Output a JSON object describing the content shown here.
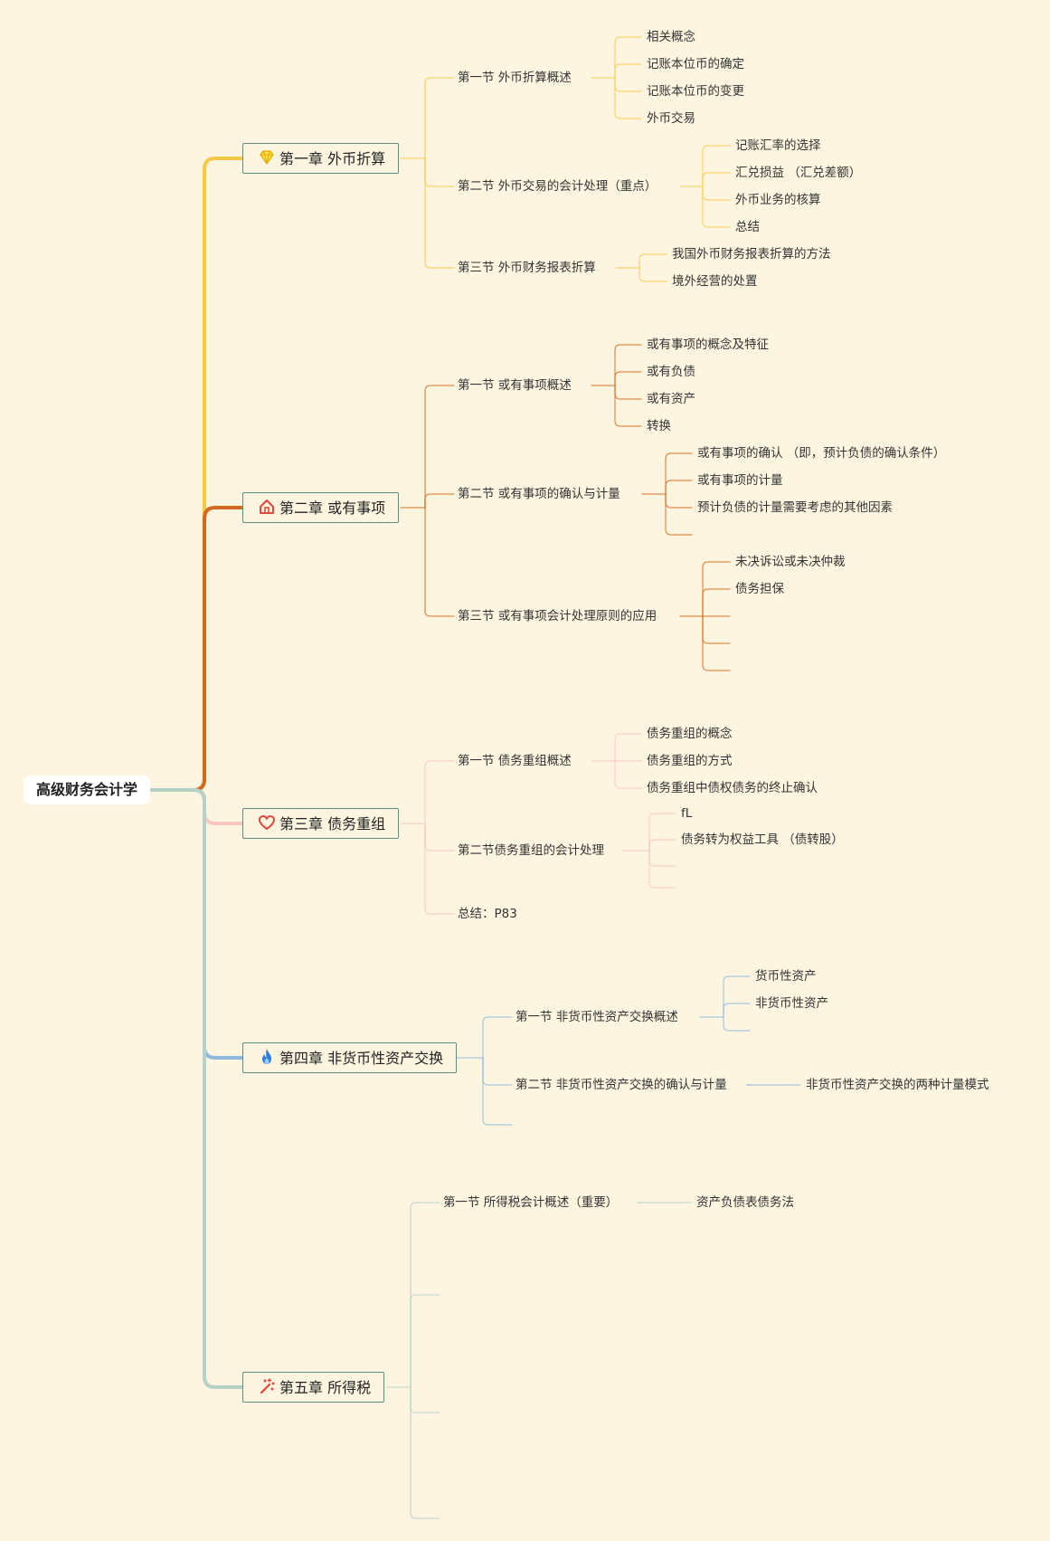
{
  "root": "高级财务会计学",
  "chapters": [
    {
      "title": "第一章 外币折算",
      "icon": "diamond-icon",
      "color": "#f7c948",
      "sections": [
        {
          "title": "第一节 外币折算概述",
          "items": [
            "相关概念",
            "记账本位币的确定",
            "记账本位币的变更",
            "外币交易"
          ]
        },
        {
          "title": "第二节 外币交易的会计处理（重点）",
          "items": [
            "记账汇率的选择",
            "汇兑损益 （汇兑差额）",
            "外币业务的核算",
            "总结"
          ]
        },
        {
          "title": "第三节 外币财务报表折算",
          "items": [
            "我国外币财务报表折算的方法",
            "境外经营的处置"
          ]
        }
      ]
    },
    {
      "title": "第二章 或有事项",
      "icon": "house-icon",
      "color": "#d2691e",
      "sections": [
        {
          "title": "第一节 或有事项概述",
          "items": [
            "或有事项的概念及特征",
            "或有负债",
            "或有资产",
            "转换"
          ]
        },
        {
          "title": "第二节 或有事项的确认与计量",
          "items": [
            "或有事项的确认 （即，预计负债的确认条件）",
            "或有事项的计量",
            "预计负债的计量需要考虑的其他因素",
            ""
          ]
        },
        {
          "title": "第三节 或有事项会计处理原则的应用",
          "items": [
            "未决诉讼或未决仲裁",
            "债务担保",
            "",
            "",
            ""
          ]
        }
      ]
    },
    {
      "title": "第三章 债务重组",
      "icon": "heart-icon",
      "color": "#f6c6c0",
      "sections": [
        {
          "title": "第一节 债务重组概述",
          "items": [
            "债务重组的概念",
            "债务重组的方式",
            "债务重组中债权债务的终止确认"
          ]
        },
        {
          "title": "第二节债务重组的会计处理",
          "items": [
            "fL",
            "债务转为权益工具 （债转股）",
            "",
            ""
          ]
        },
        {
          "title": "总结：P83",
          "items": []
        }
      ]
    },
    {
      "title": "第四章 非货币性资产交换",
      "icon": "flame-icon",
      "color": "#8fb8e0",
      "sections": [
        {
          "title": "第一节 非货币性资产交换概述",
          "items": [
            "货币性资产",
            "非货币性资产",
            ""
          ]
        },
        {
          "title": "第二节 非货币性资产交换的确认与计量",
          "items": [
            "非货币性资产交换的两种计量模式"
          ]
        },
        {
          "title": "",
          "items": []
        }
      ]
    },
    {
      "title": "第五章 所得税",
      "icon": "magic-wand-icon",
      "color": "#b5d1c8",
      "sections": [
        {
          "title": "第一节 所得税会计概述（重要）",
          "items": [
            "资产负债表债务法"
          ]
        },
        {
          "title": "",
          "items": []
        },
        {
          "title": "",
          "items": []
        },
        {
          "title": "",
          "items": []
        }
      ]
    }
  ]
}
